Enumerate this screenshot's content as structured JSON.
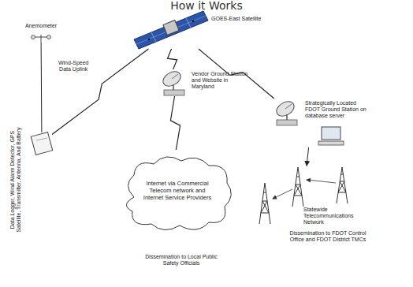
{
  "diagram": {
    "title": "How it Works",
    "nodes": [
      {
        "text": [
          "GOES-East Satellite"
        ]
      },
      {
        "text": [
          "Anemometer"
        ]
      },
      {
        "text": [
          "Data Logger, Wind Alarm Detector, GPS Satellite, Transmitter, Antenna, And Battery"
        ]
      },
      {
        "text": [
          "Vendor Ground Station and Website in Maryland"
        ]
      },
      {
        "text": [
          "Internet via Commercial Telecom network and Internet Service Providers"
        ]
      },
      {
        "text": [
          "Strategically Located FDOT Ground Station on database server"
        ]
      },
      {
        "text": [
          "Statewide Telecommunications Network"
        ]
      }
    ],
    "edges": [
      {
        "from": 1,
        "to": 2,
        "arrow": "none"
      },
      {
        "from": 2,
        "to": 0,
        "label": "Wind-Speed Data Uplink",
        "arrow": "none"
      },
      {
        "from": 0,
        "to": 3,
        "arrow": "none"
      },
      {
        "from": 0,
        "to": 5,
        "arrow": "none"
      },
      {
        "from": 3,
        "to": 4,
        "arrow": "none"
      },
      {
        "from": 5,
        "to": 6,
        "arrow": "to"
      }
    ],
    "labels": [
      "Dissemination to Local Public Safety Officials",
      "Dissemination to FDOT Control Office and FDOT District TMCs"
    ]
  }
}
